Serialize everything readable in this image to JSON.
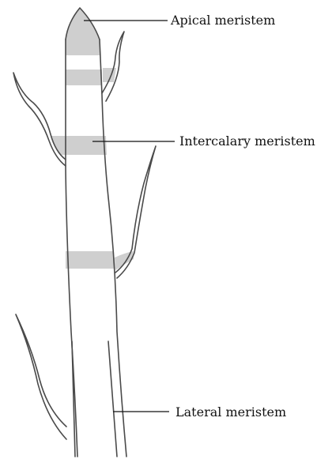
{
  "labels": {
    "apical": "Apical meristem",
    "intercalary": "Intercalary meristem",
    "lateral": "Lateral meristem"
  },
  "colors": {
    "outline": "#4a4a4a",
    "meristem_shading": "#cfcfcf",
    "leader_line": "#111111",
    "background": "#ffffff"
  }
}
